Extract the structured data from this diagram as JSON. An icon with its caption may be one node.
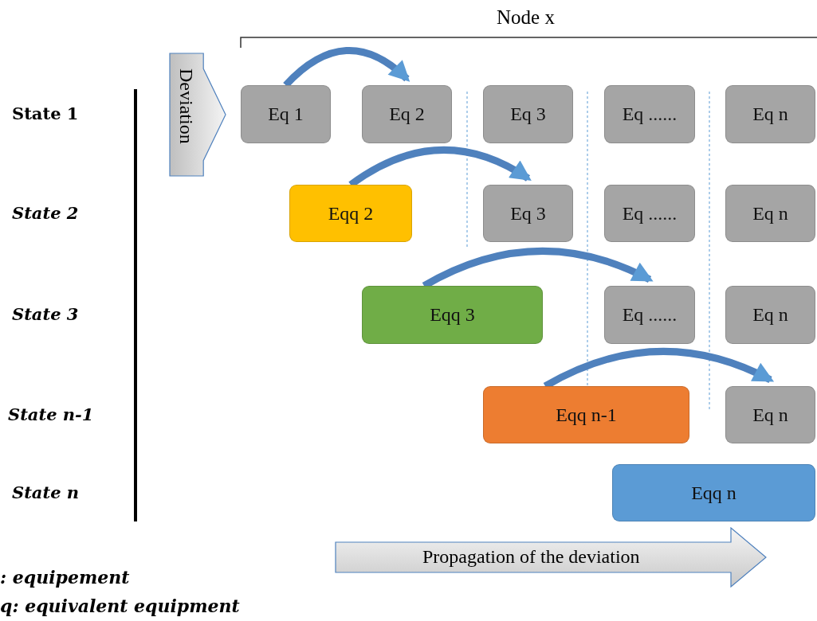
{
  "diagram": {
    "nodes": [
      {
        "text": [
          "Deviation"
        ]
      },
      {
        "text": [
          "Eq 1"
        ]
      },
      {
        "text": [
          "Eq 2"
        ]
      },
      {
        "text": [
          "Eq 3"
        ]
      },
      {
        "text": [
          "Eq ......"
        ]
      },
      {
        "text": [
          "Eq n"
        ]
      },
      {
        "text": [
          "Eqq 2"
        ]
      },
      {
        "text": [
          "Eq 3"
        ]
      },
      {
        "text": [
          "Eq ......"
        ]
      },
      {
        "text": [
          "Eq n"
        ]
      },
      {
        "text": [
          "Eqq 3"
        ]
      },
      {
        "text": [
          "Eq ......"
        ]
      },
      {
        "text": [
          "Eq n"
        ]
      },
      {
        "text": [
          "Eqq n-1"
        ]
      },
      {
        "text": [
          "Eq n"
        ]
      },
      {
        "text": [
          "Eqq n"
        ]
      },
      {
        "text": [
          "Propagation of the deviation"
        ]
      }
    ],
    "edges": [
      {
        "from": 1,
        "to": 2,
        "arrow": "to"
      },
      {
        "from": 6,
        "to": 7,
        "arrow": "to"
      },
      {
        "from": 10,
        "to": 11,
        "arrow": "to"
      },
      {
        "from": 13,
        "to": 14,
        "arrow": "to"
      }
    ],
    "labels": [
      "Node x",
      "State 1",
      "State 2",
      "State 3",
      "State n-1",
      "State n",
      ": equipement",
      "q: equivalent equipment"
    ]
  }
}
